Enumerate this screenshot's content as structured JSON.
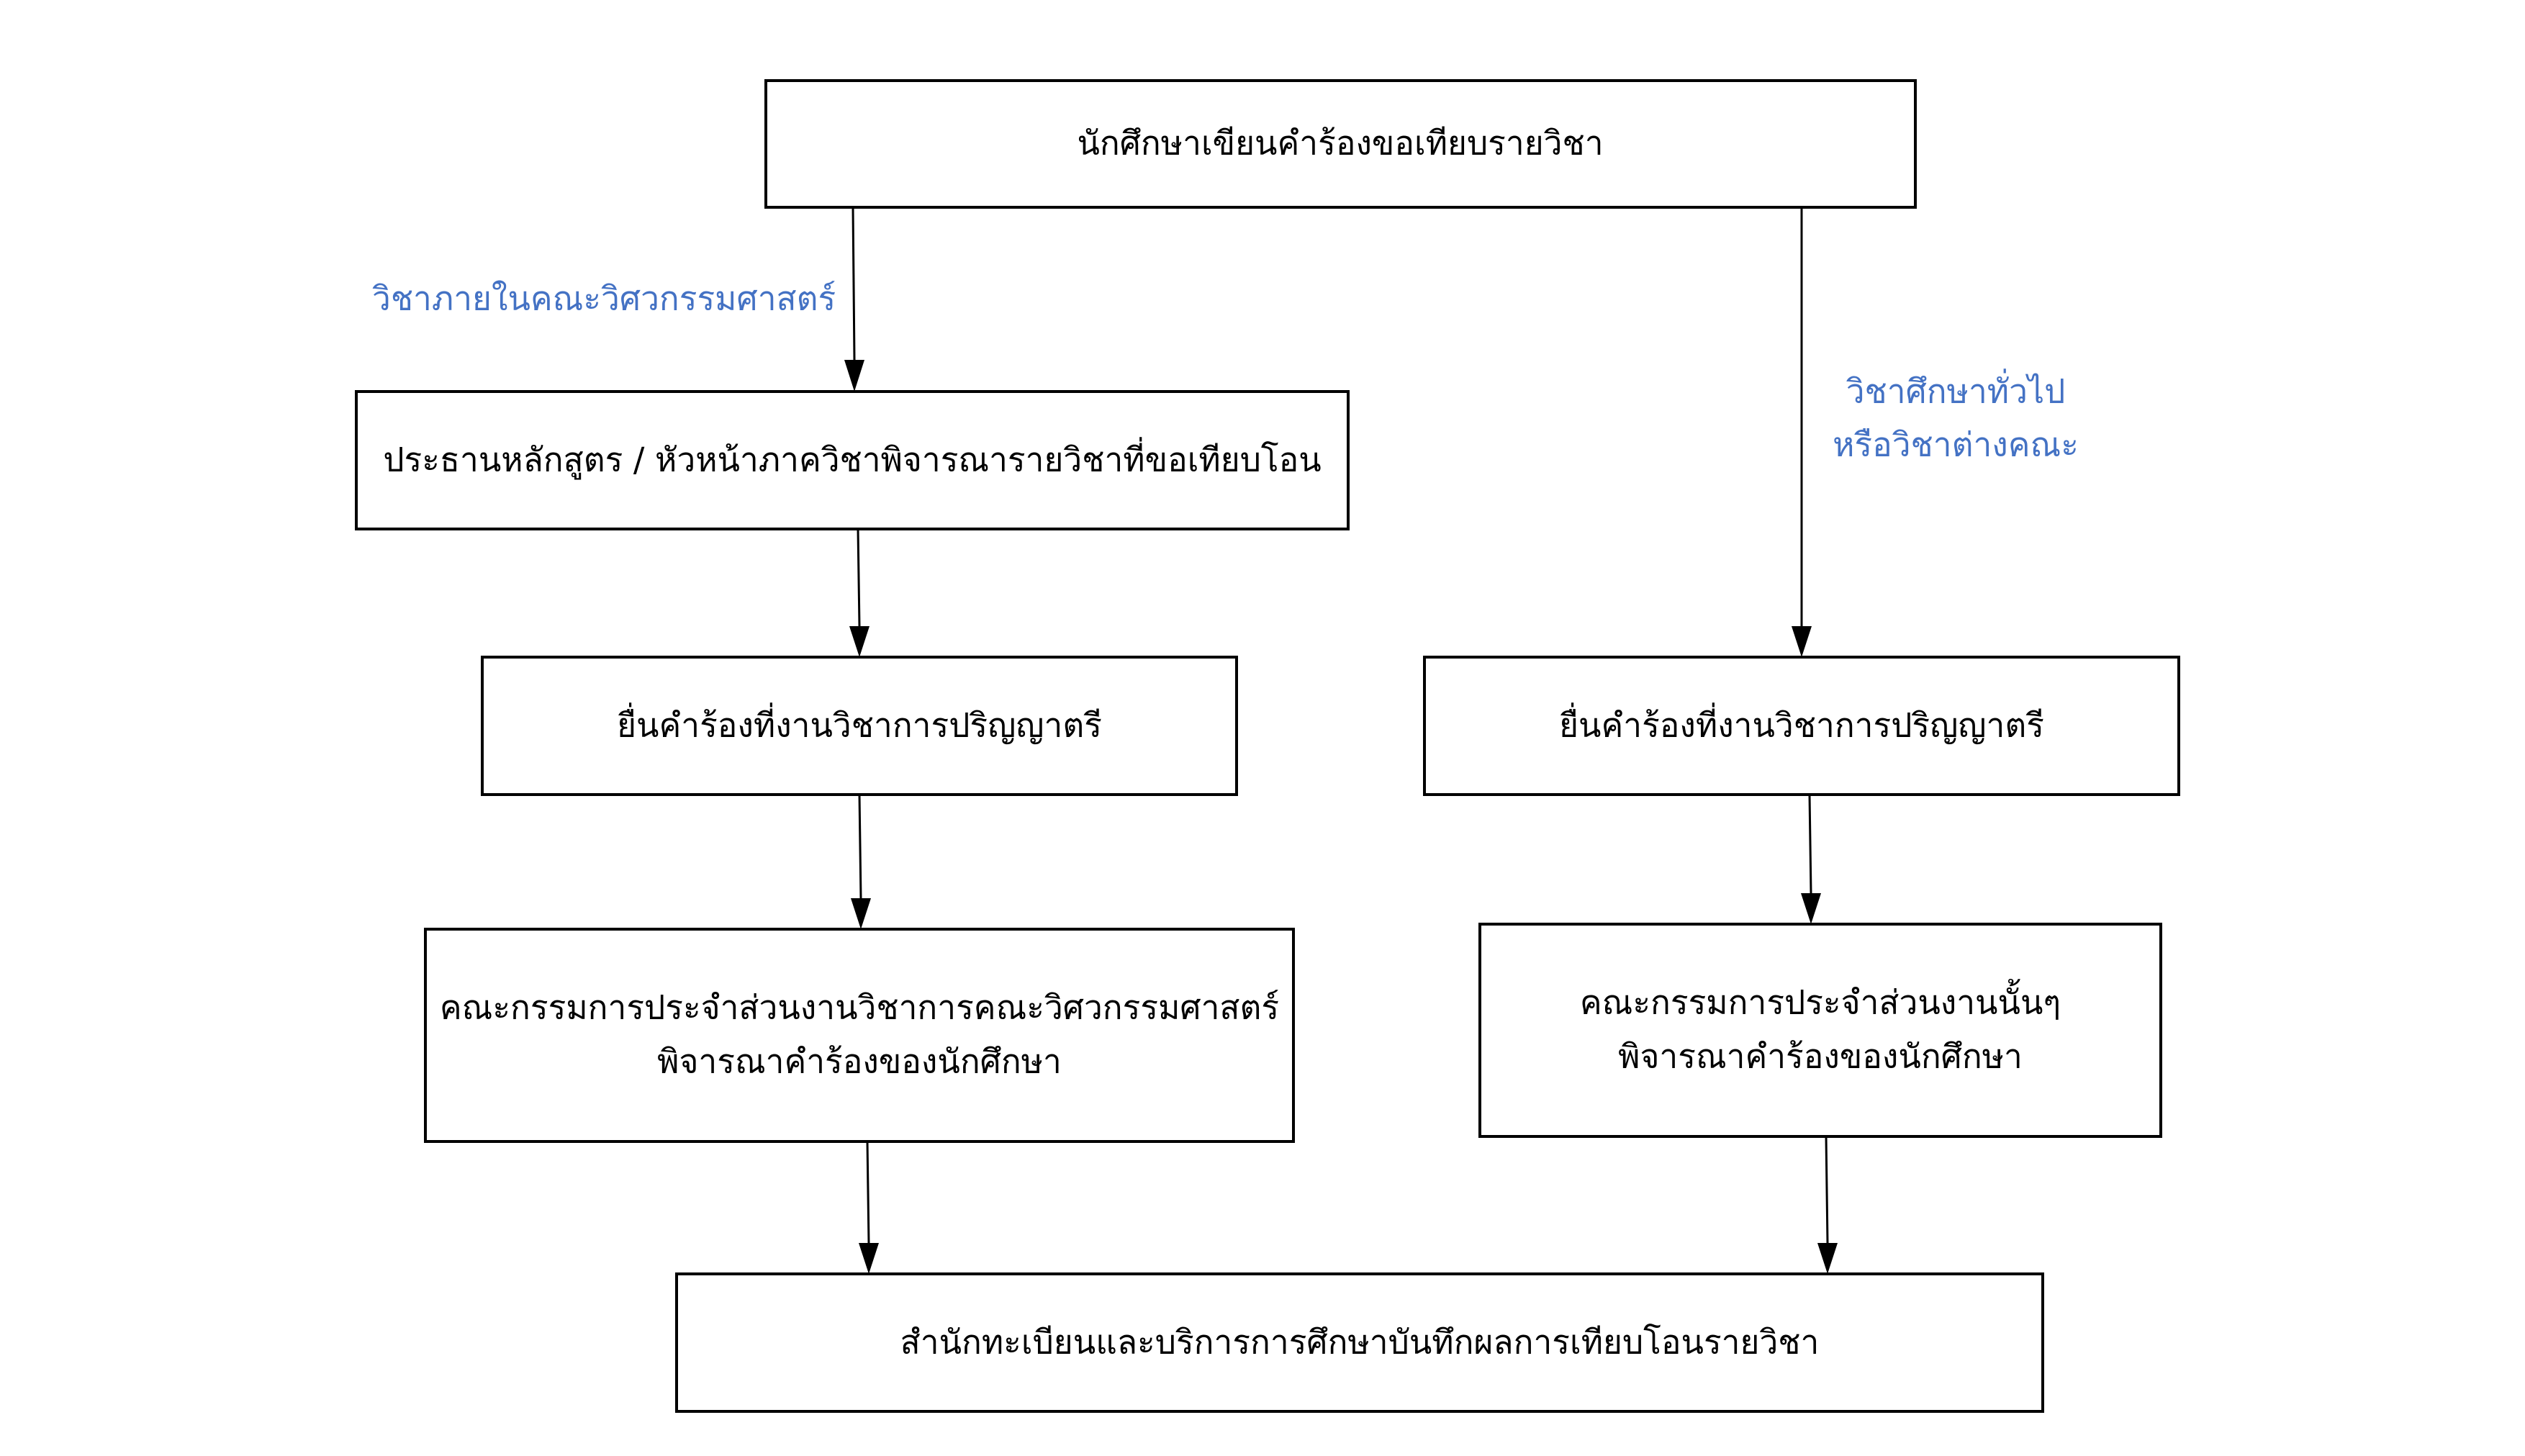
{
  "colors": {
    "label": "#4472C4",
    "box_stroke": "#000000"
  },
  "nodes": {
    "start": "นักศึกษาเขียนคำร้องขอเทียบรายวิชา",
    "program_head": "ประธานหลักสูตร / หัวหน้าภาควิชาพิจารณารายวิชาที่ขอเทียบโอน",
    "submit_left": "ยื่นคำร้องที่งานวิชาการปริญญาตรี",
    "submit_right": "ยื่นคำร้องที่งานวิชาการปริญญาตรี",
    "committee_left_line1": "คณะกรรมการประจำส่วนงานวิชาการคณะวิศวกรรมศาสตร์",
    "committee_left_line2": "พิจารณาคำร้องของนักศึกษา",
    "committee_right_line1": "คณะกรรมการประจำส่วนงานนั้นๆ",
    "committee_right_line2": "พิจารณาคำร้องของนักศึกษา",
    "registrar": "สำนักทะเบียนและบริการการศึกษาบันทึกผลการเทียบโอนรายวิชา"
  },
  "edge_labels": {
    "internal": "วิชาภายในคณะวิศวกรรมศาสตร์",
    "external_line1": "วิชาศึกษาทั่วไป",
    "external_line2": "หรือวิชาต่างคณะ"
  }
}
